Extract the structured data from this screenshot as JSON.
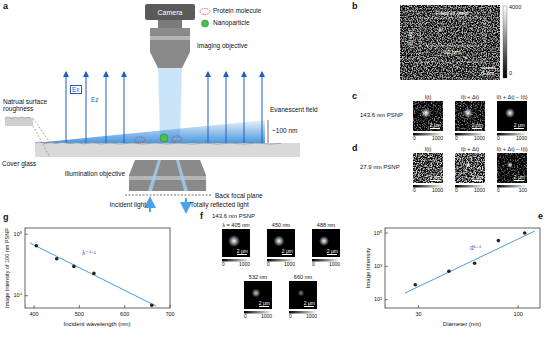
{
  "diagram": {
    "nodes": [
      {
        "text": [
          "Camera"
        ]
      },
      {
        "text": [
          "I(t)",
          "2 μm"
        ]
      },
      {
        "text": [
          "I(t + Δt)",
          "2 μm"
        ]
      },
      {
        "text": [
          "I(t + Δt) − I(t)",
          "2 μm"
        ]
      },
      {
        "text": [
          "I(t)",
          "2 μm"
        ]
      },
      {
        "text": [
          "I(t + Δt)",
          "2 μm"
        ]
      },
      {
        "text": [
          "I(t + Δt) − I(t)",
          "2 μm"
        ]
      },
      {
        "text": [
          "λ = 405 nm",
          "2 μm"
        ]
      },
      {
        "text": [
          "450 nm",
          "2 μm"
        ]
      },
      {
        "text": [
          "488 nm",
          "2 μm"
        ]
      },
      {
        "text": [
          "532 nm",
          "2 μm"
        ]
      },
      {
        "text": [
          "660 nm",
          "2 μm"
        ]
      }
    ],
    "labels": [
      "a",
      "Imaging objective",
      "Ex",
      "Ez",
      "Natrual surface roughness",
      "Evanescent field",
      "~100 nm",
      "Cover glass",
      "Back focal plane",
      "Illumination objective",
      "Incident light",
      "Totally reflected light",
      "b",
      "Field of view",
      "~30 μm",
      "10 μm",
      "5 μm",
      "4000",
      "0",
      "c",
      "143.6 nm PSNP",
      "0",
      "1000",
      "0",
      "1000",
      "0",
      "1000",
      "d",
      "27.9 nm PSNP",
      "0",
      "1000",
      "0",
      "1000",
      "0",
      "100",
      "g",
      "Image Intensity of 100 nm PSNP",
      "Incident wavelength (nm)",
      "400",
      "500",
      "600",
      "700",
      "10⁴",
      "10⁵",
      "λ⁻⁴·¹",
      "f",
      "143.6 nm PSNP",
      "0",
      "1000",
      "0",
      "1000",
      "0",
      "1000",
      "0",
      "1000",
      "0",
      "1000",
      "e",
      "Image Intensity",
      "Diameter (nm)",
      "30",
      "100",
      "10¹",
      "10³",
      "10⁵",
      "d⁵·⁴"
    ],
    "legend": [
      {
        "text": "Protein molecule"
      },
      {
        "text": "Nanoparticle"
      }
    ]
  }
}
